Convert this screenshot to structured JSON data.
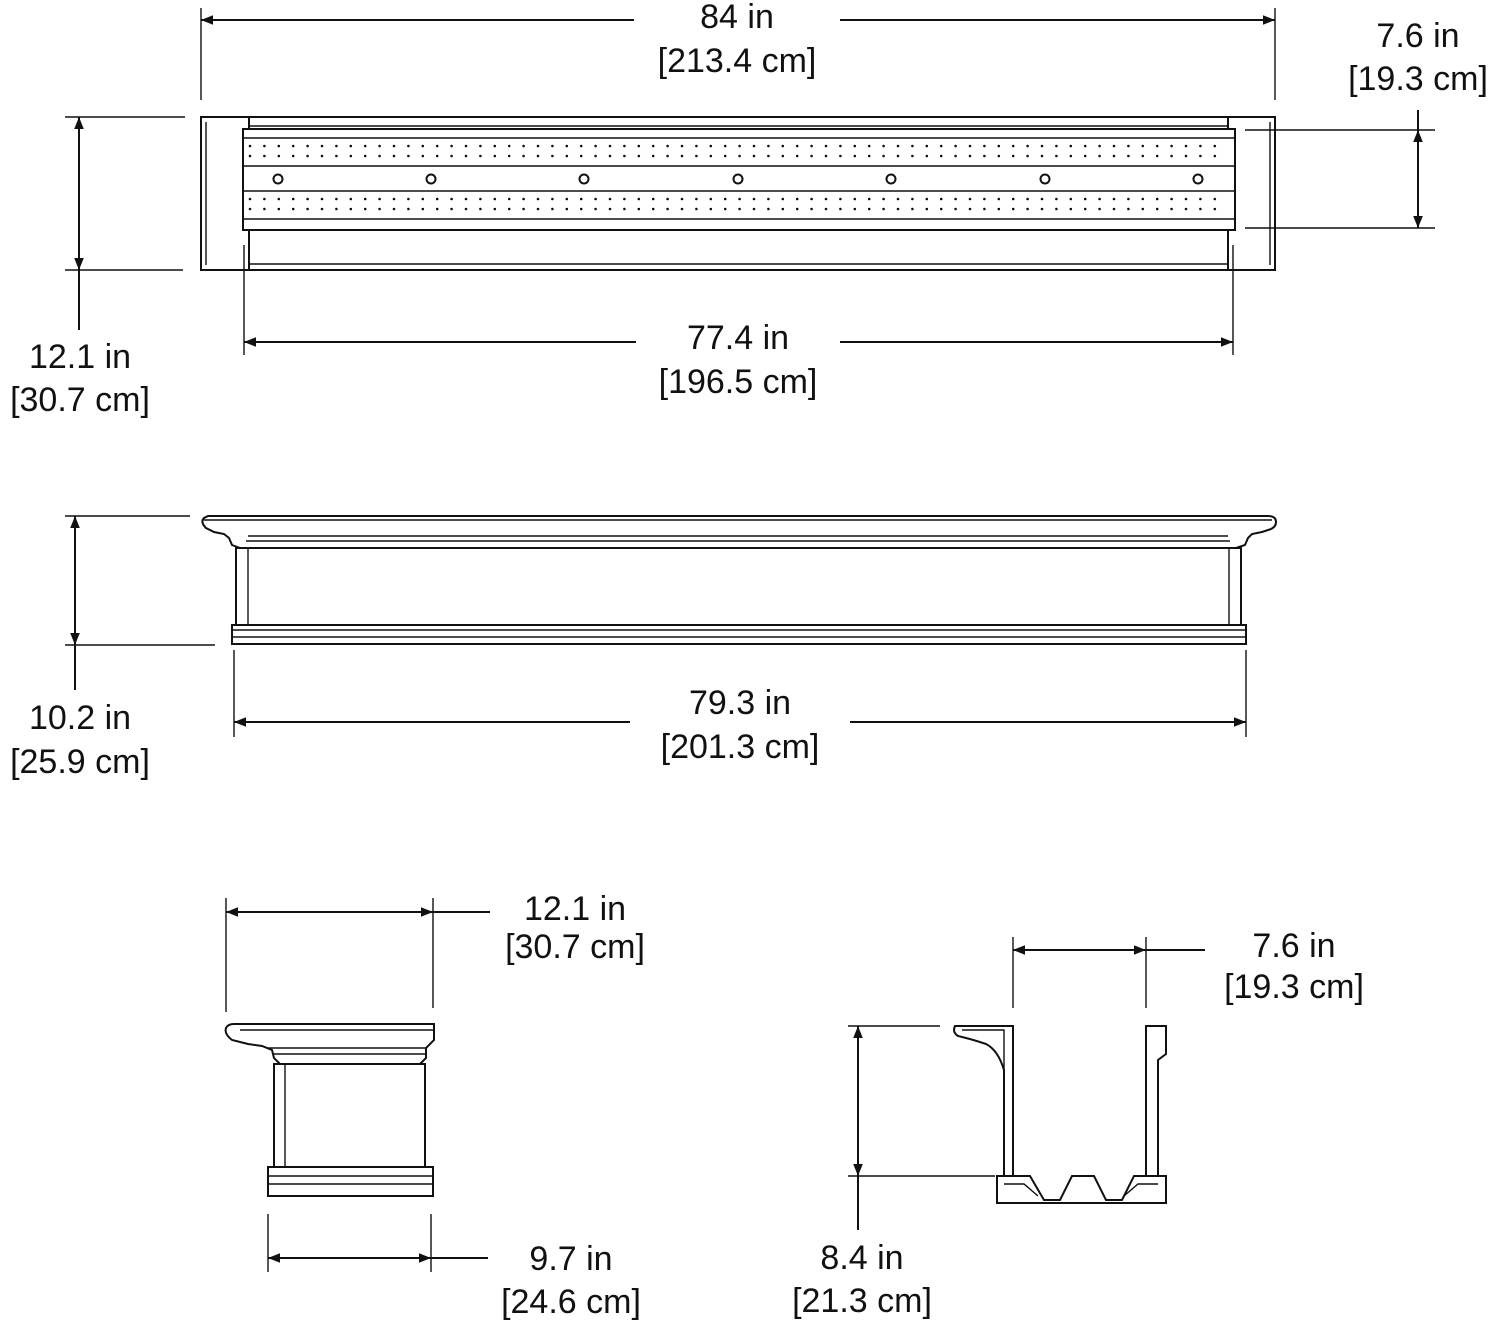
{
  "colors": {
    "line": "#111111",
    "background": "#ffffff"
  },
  "views": {
    "top": {
      "overall_length": {
        "imperial": "84 in",
        "metric": "[213.4 cm]"
      },
      "inner_width": {
        "imperial": "7.6 in",
        "metric": "[19.3 cm]"
      },
      "overall_width": {
        "imperial": "12.1 in",
        "metric": "[30.7 cm]"
      },
      "inner_length": {
        "imperial": "77.4 in",
        "metric": "[196.5 cm]"
      }
    },
    "front": {
      "height": {
        "imperial": "10.2 in",
        "metric": "[25.9 cm]"
      },
      "base_length": {
        "imperial": "79.3 in",
        "metric": "[201.3 cm]"
      }
    },
    "end": {
      "top_width": {
        "imperial": "12.1 in",
        "metric": "[30.7 cm]"
      },
      "base_width": {
        "imperial": "9.7 in",
        "metric": "[24.6 cm]"
      }
    },
    "section": {
      "inner_width": {
        "imperial": "7.6 in",
        "metric": "[19.3 cm]"
      },
      "inner_height": {
        "imperial": "8.4 in",
        "metric": "[21.3 cm]"
      }
    }
  }
}
